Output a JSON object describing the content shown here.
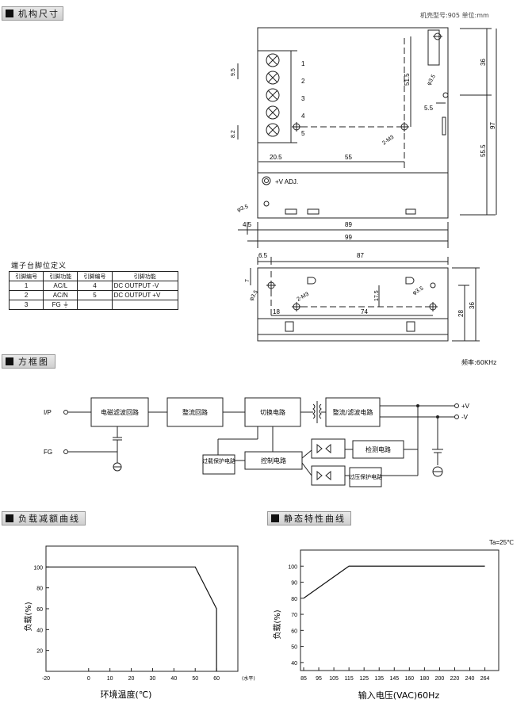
{
  "sections": {
    "mechanical": "机构尺寸",
    "block": "方框图",
    "derating": "负载减额曲线",
    "static": "静态特性曲线"
  },
  "case_info": "机壳型号:905   单位:mm",
  "frequency": "频率:60KHz",
  "terminal_title": "端子台脚位定义",
  "terminal_table": {
    "headers": [
      "引脚编号",
      "引脚功能",
      "引脚编号",
      "引脚功能"
    ],
    "rows": [
      [
        "1",
        "AC/L",
        "4",
        "DC OUTPUT -V"
      ],
      [
        "2",
        "AC/N",
        "5",
        "DC OUTPUT +V"
      ],
      [
        "3",
        "FG ⏚",
        "",
        ""
      ]
    ]
  },
  "dims_top": {
    "terminals": [
      "1",
      "2",
      "3",
      "4",
      "5"
    ],
    "d9_5": "9.5",
    "d8_2": "8.2",
    "d20_5": "20.5",
    "d55": "55",
    "d51_5": "51.5",
    "d36": "36",
    "d97": "97",
    "d55_5": "55.5",
    "d5_5": "5.5",
    "d3_5a": "φ3.5",
    "d3_5b": "φ3.5",
    "m3": "2-M3",
    "vadj": "+V ADJ.",
    "d4_5": "4.5",
    "d89": "89",
    "d99": "99"
  },
  "dims_side": {
    "d6_5": "6.5",
    "d87": "87",
    "d7": "7",
    "d3_5a": "φ3.5",
    "d17_5": "17.5",
    "d3_5b": "φ3.5",
    "m3": "2-M3",
    "d18": "18",
    "d74": "74",
    "d28": "28",
    "d36": "36"
  },
  "block_diagram": {
    "ip": "I/P",
    "fg": "FG",
    "emi": "电磁滤波回路",
    "rect": "整流回路",
    "switch": "切换电路",
    "out_rect": "整流/滤波电路",
    "olp": "过载保护电路",
    "pwm": "控制电路",
    "detect": "检测电路",
    "ovp": "过压保护电路",
    "plus_v": "+V",
    "minus_v": "-V"
  },
  "chart_data": [
    {
      "type": "line",
      "title": "",
      "xlabel": "环境温度(℃)",
      "ylabel": "负载(%)",
      "x_unit": "(水平)",
      "x_ticks": [
        -20,
        0,
        10,
        20,
        30,
        40,
        50,
        60
      ],
      "y_ticks": [
        20,
        40,
        60,
        80,
        100
      ],
      "xlim": [
        -20,
        70
      ],
      "ylim": [
        0,
        120
      ],
      "series": [
        {
          "x": [
            -20,
            50,
            60,
            60
          ],
          "y": [
            100,
            100,
            60,
            0
          ]
        }
      ]
    },
    {
      "type": "line",
      "title": "",
      "annotation": "Ta=25℃",
      "xlabel": "输入电压(VAC)60Hz",
      "ylabel": "负载(%)",
      "x_ticks": [
        85,
        95,
        105,
        115,
        125,
        135,
        145,
        160,
        180,
        200,
        220,
        240,
        264
      ],
      "y_ticks": [
        40,
        50,
        60,
        70,
        80,
        90,
        100
      ],
      "ylim": [
        35,
        110
      ],
      "series": [
        {
          "x": [
            85,
            115,
            264
          ],
          "y": [
            80,
            100,
            100
          ]
        }
      ]
    }
  ]
}
